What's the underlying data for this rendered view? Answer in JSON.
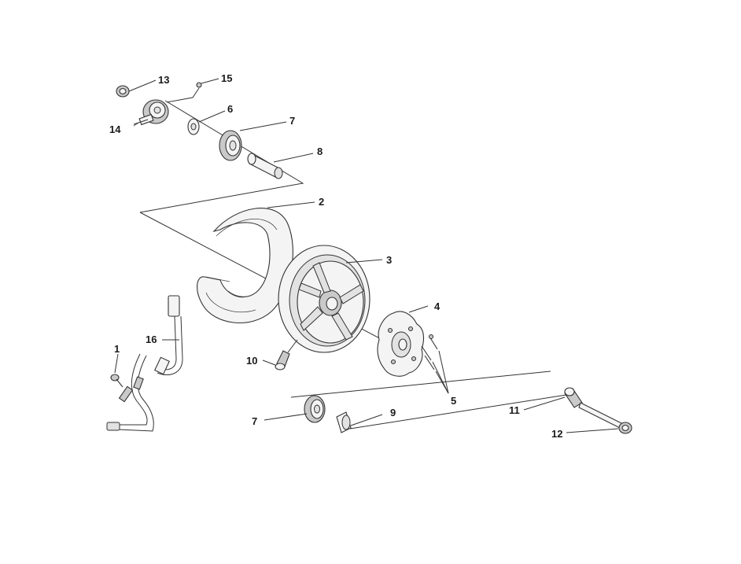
{
  "diagram": {
    "callouts": [
      "1",
      "2",
      "3",
      "4",
      "5",
      "6",
      "7",
      "7",
      "8",
      "9",
      "10",
      "11",
      "12",
      "13",
      "14",
      "15",
      "16"
    ]
  }
}
